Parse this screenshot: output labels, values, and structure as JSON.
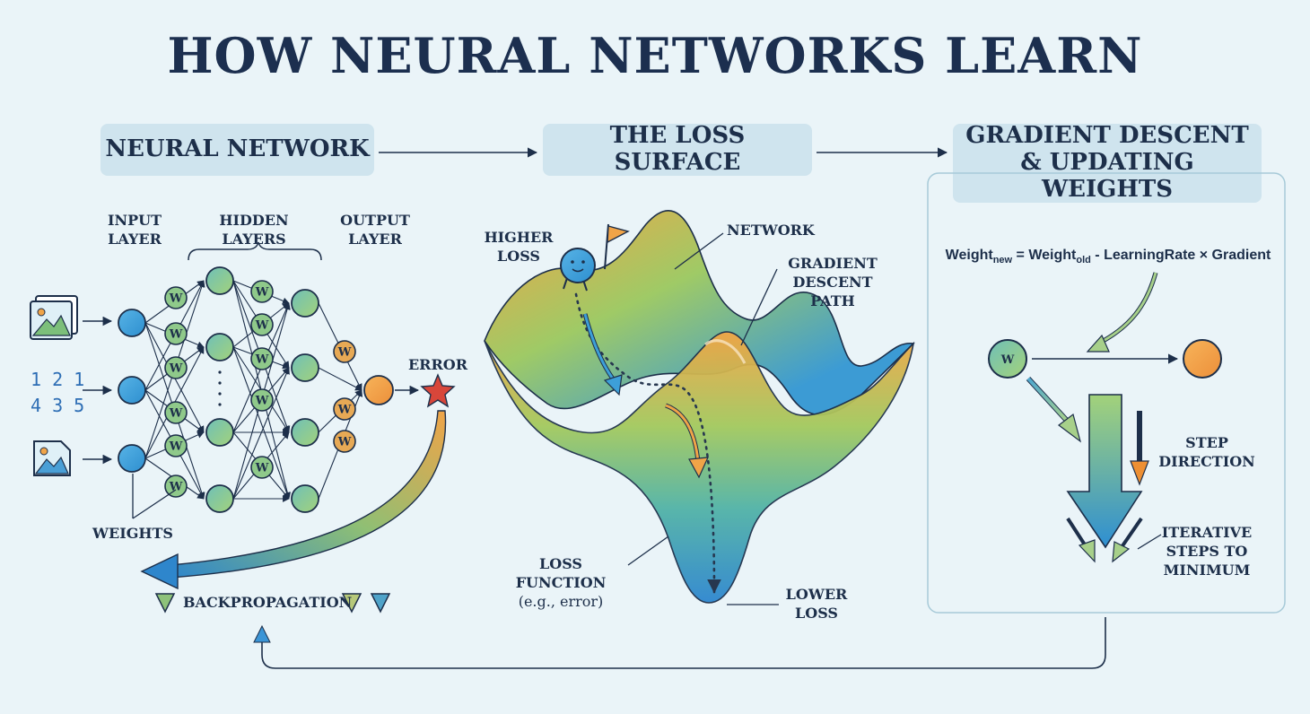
{
  "title": "HOW NEURAL NETWORKS LEARN",
  "sections": {
    "network": "NEURAL NETWORK",
    "loss_surface": "THE LOSS SURFACE",
    "gradient_descent": "GRADIENT DESCENT & UPDATING WEIGHTS"
  },
  "network": {
    "input_layer": "INPUT LAYER",
    "hidden_layers": "HIDDEN LAYERS",
    "output_layer": "OUTPUT LAYER",
    "error": "ERROR",
    "weights": "WEIGHTS",
    "backpropagation": "BACKPROPAGATION",
    "digits_row1": "1 2 1",
    "digits_row2": "4 3 5",
    "weight_symbol": "W"
  },
  "surface": {
    "higher_loss": "HIGHER LOSS",
    "network": "NETWORK",
    "gradient_descent_path": "GRADIENT DESCENT PATH",
    "loss_function": "LOSS FUNCTION",
    "loss_function_example": "(e.g., error)",
    "lower_loss": "LOWER LOSS"
  },
  "update": {
    "formula": {
      "weight": "Weight",
      "new_sub": "new",
      "equals": " = ",
      "old_sub": "old",
      "rest": " - LearningRate × Gradient"
    },
    "step_direction": "STEP DIRECTION",
    "iterative_steps": "ITERATIVE STEPS TO MINIMUM",
    "weight_symbol": "W"
  },
  "colors": {
    "title": "#1c2f4f",
    "pill": "#cfe4ee",
    "node_blue": "#3d9fd8",
    "node_green": "#9ccf7a",
    "node_orange": "#f2a24a",
    "star": "#d8463a"
  }
}
